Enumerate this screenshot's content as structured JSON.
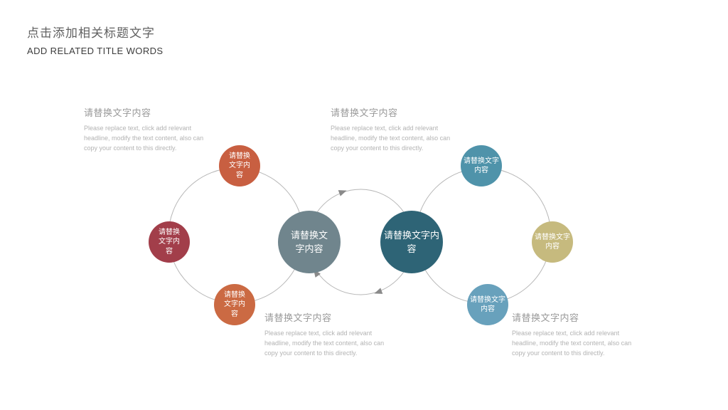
{
  "header": {
    "title": "点击添加相关标题文字",
    "subtitle": "ADD RELATED TITLE WORDS"
  },
  "colors": {
    "outline": "#b6b6b6",
    "arrow": "#8a8a8a"
  },
  "text_blocks": {
    "top_left": {
      "heading": "请替换文字内容",
      "body": "Please replace text, click add relevant headline, modify the text content, also can copy your content to this directly."
    },
    "top_center": {
      "heading": "请替换文字内容",
      "body": "Please replace text, click add relevant headline, modify the text content, also can copy your content to this directly."
    },
    "bottom_center": {
      "heading": "请替换文字内容",
      "body": "Please replace text, click add relevant headline, modify the text content, also can copy your content to this directly."
    },
    "bottom_right": {
      "heading": "请替换文字内容",
      "body": "Please replace text, click add relevant headline, modify the text content, also can copy your content to this directly."
    }
  },
  "diagram": {
    "center_left": {
      "label": "请替换文字内容",
      "color": "#70858d"
    },
    "center_right": {
      "label": "请替换文字内容",
      "color": "#2e6476"
    },
    "satellite_top_left": {
      "label": "请替换文字内容",
      "color": "#c85f41"
    },
    "satellite_left": {
      "label": "请替换文字内容",
      "color": "#a23e4a"
    },
    "satellite_bottom_left": {
      "label": "请替换文字内容",
      "color": "#cb6a43"
    },
    "satellite_top_right": {
      "label": "请替换文字内容",
      "color": "#4f93aa"
    },
    "satellite_right": {
      "label": "请替换文字内容",
      "color": "#c6ba7e"
    },
    "satellite_bottom_right": {
      "label": "请替换文字内容",
      "color": "#68a1bc"
    }
  }
}
